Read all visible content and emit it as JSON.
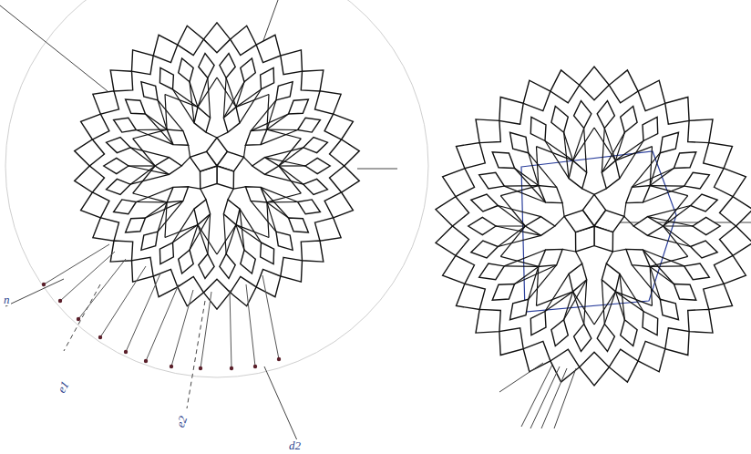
{
  "diagram": {
    "labels": [
      "n",
      "e1",
      "e2",
      "d2"
    ]
  }
}
